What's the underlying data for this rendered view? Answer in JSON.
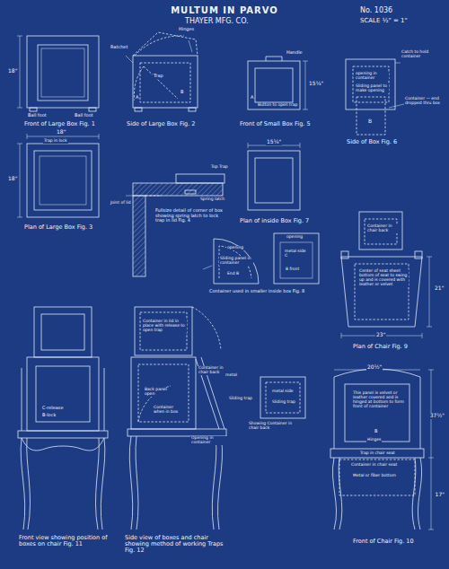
{
  "diagram": {
    "title": "MULTUM IN PARVO",
    "labels": [
      "THAYER MFG. CO.",
      "No. 1036",
      "SCALE ½\" = 1\"",
      "18\"",
      "Ball foot",
      "Ball foot",
      "Front of Large Box Fig. 1",
      "Hinges",
      "Ratchet",
      "Trap",
      "A",
      "B",
      "Side of Large Box Fig. 2",
      "Handle",
      "15¼\"",
      "A",
      "Button to open trap",
      "Front of Small Box Fig. 5",
      "Catch to hold container",
      "opening in container",
      "Sliding panel to make opening",
      "Container — end dropped thru box",
      "B",
      "Side of Box Fig. 6",
      "18\"",
      "Trap in lock",
      "18\"",
      "Plan of Large Box Fig. 3",
      "Top Trap",
      "Spring latch",
      "Joint of lid",
      "Fullsize detail of corner of box showing spring latch to lock trap in lid Fig. 4",
      "15¼\"",
      "Plan of inside Box Fig. 7",
      "opening",
      "Sliding panel in container",
      "End B",
      "opening",
      "metal side C",
      "B front",
      "Container used in smaller inside box Fig. 8",
      "Container in chair back",
      "Center of seat sheet bottom of seat to swing up and is covered with leather or velvet",
      "21\"",
      "23\"",
      "Plan of Chair Fig. 9",
      "C-release",
      "B-lock",
      "Front view showing position of boxes on chair Fig. 11",
      "Container in lid in place with release to open trap",
      "Back panel open",
      "Container in chair back",
      "metal",
      "Container when in box",
      "Opening in container",
      "Sliding trap",
      "metal side",
      "Sliding trap",
      "Showing Container in chair back",
      "Side view of boxes and chair showing method of working Traps Fig. 12",
      "20½\"",
      "This panel is velvet or leather covered and is hinged at bottom to form front of container",
      "B",
      "Hinges",
      "Trap in chair seat",
      "Container in chair seat",
      "Metal or fiber bottom",
      "37½\"",
      "17\"",
      "Front of Chair Fig. 10"
    ]
  }
}
